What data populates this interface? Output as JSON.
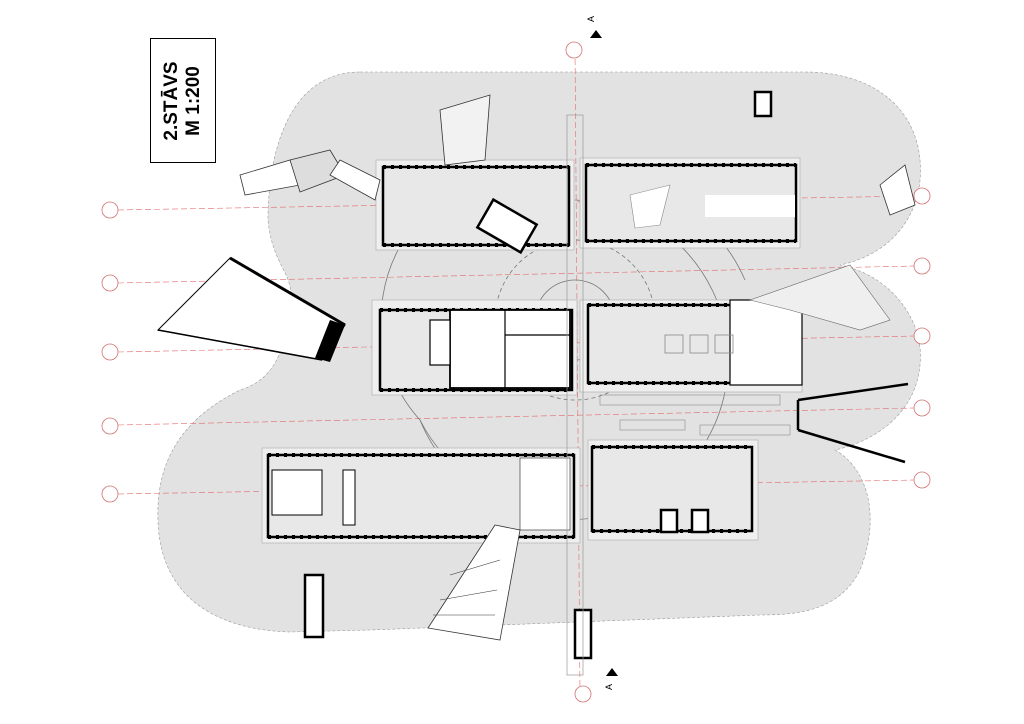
{
  "title": {
    "floor": "2.STĀVS",
    "scale": "M 1:200"
  },
  "section_marks": {
    "top": "A",
    "bottom": "A"
  },
  "colors": {
    "site": "#e2e2e2",
    "wall": "#000000",
    "axis": "#e46a6a",
    "interior": "#ffffff"
  }
}
